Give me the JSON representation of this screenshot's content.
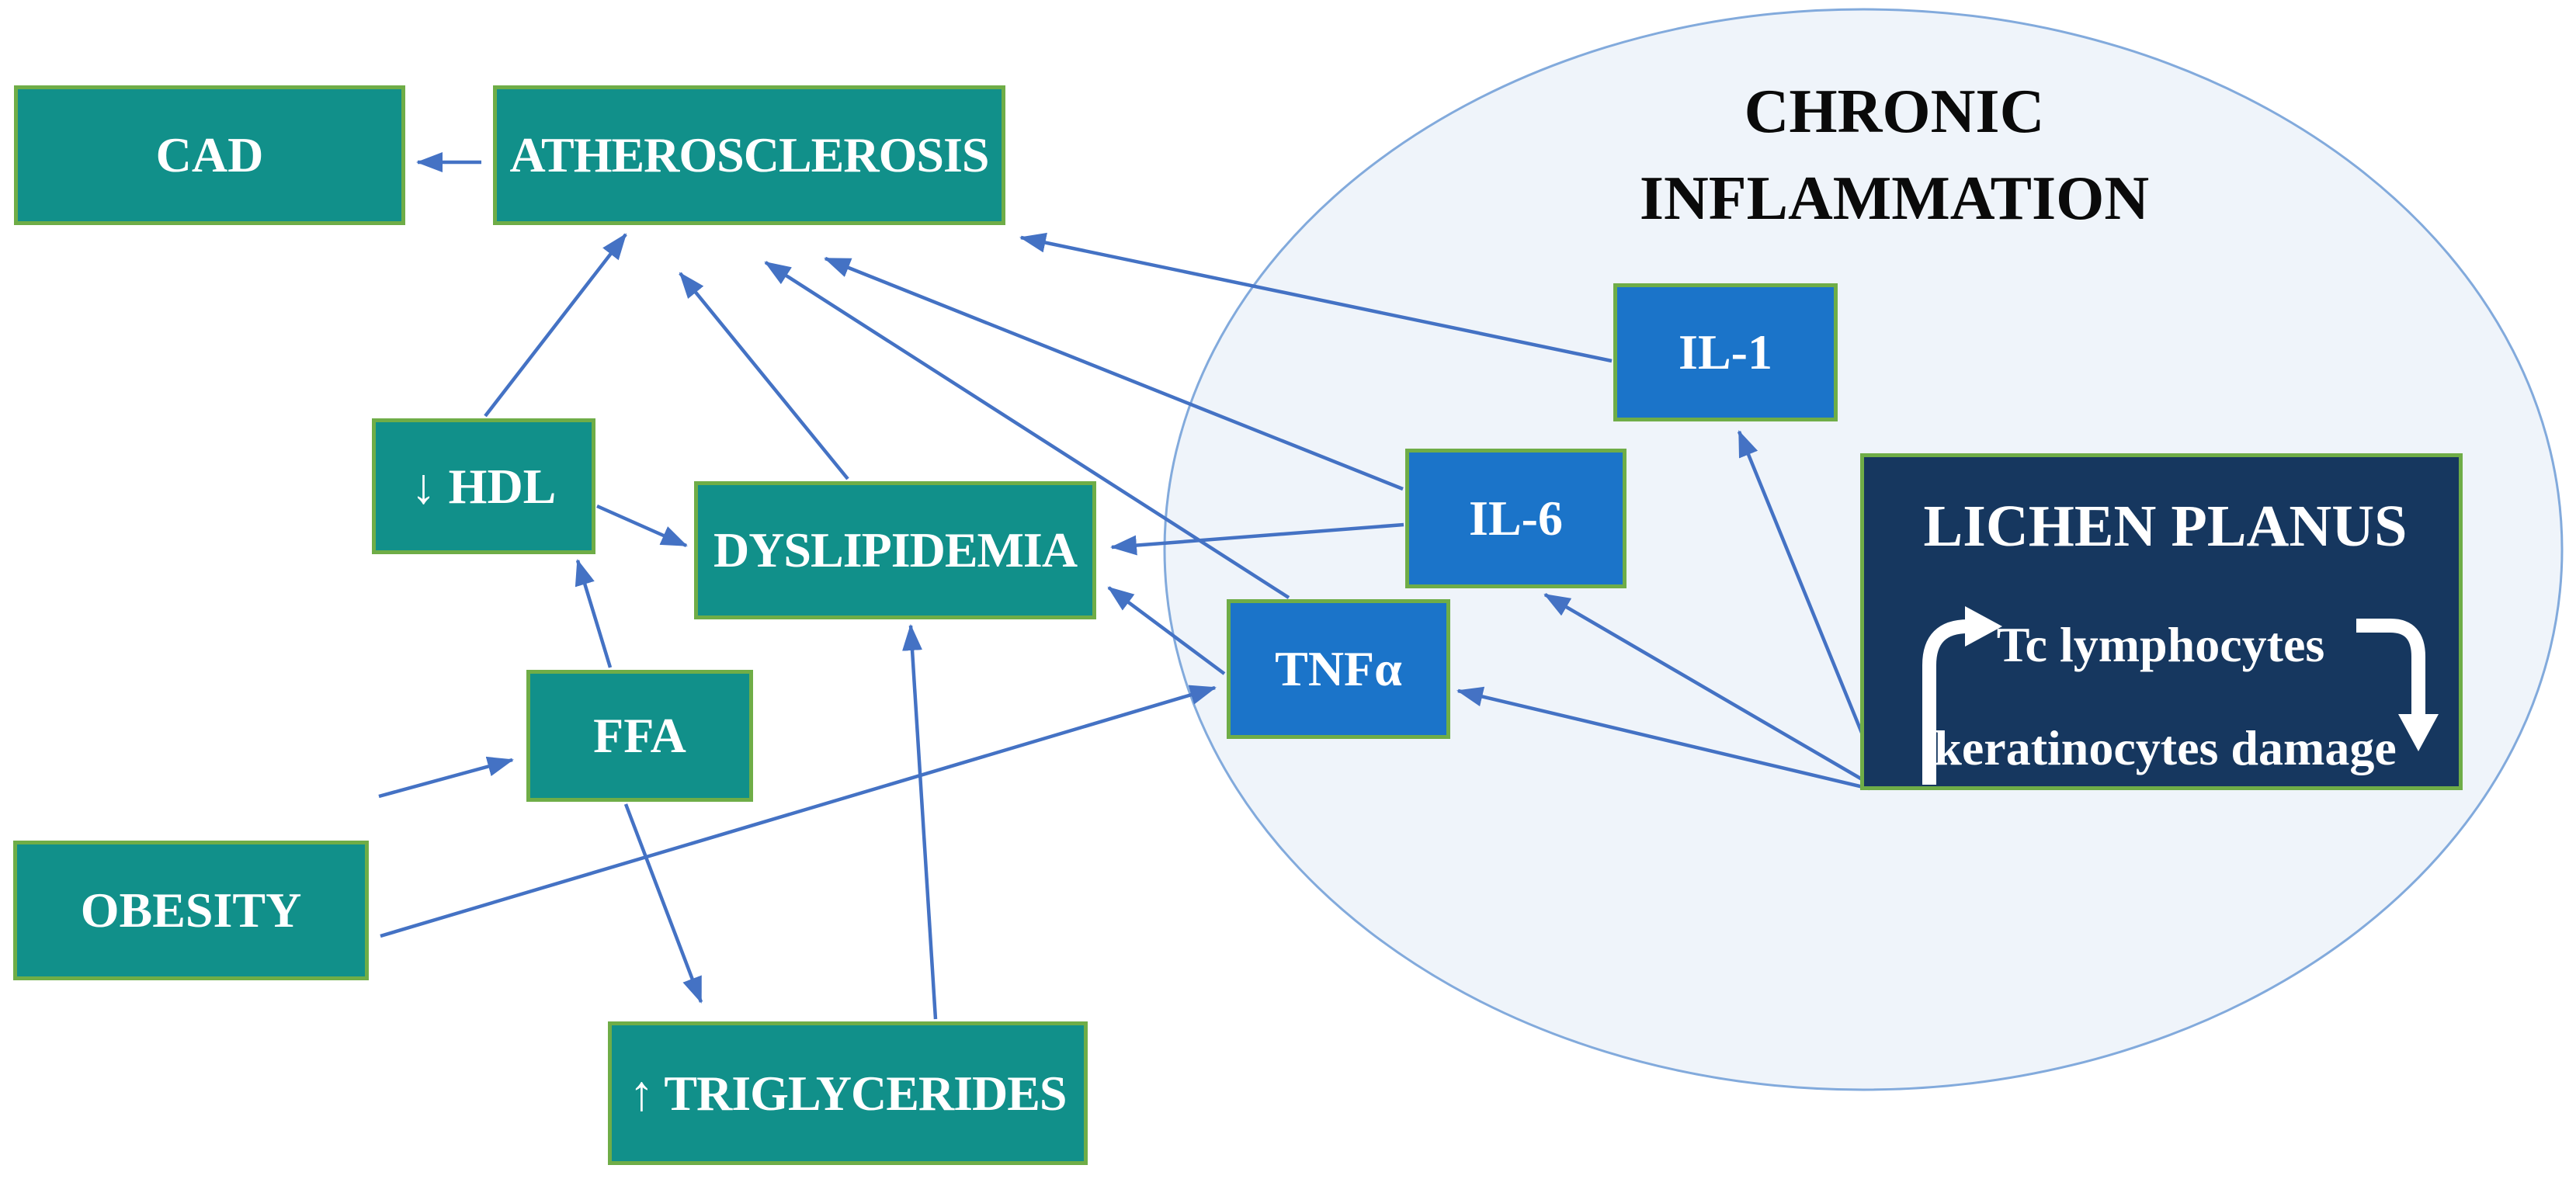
{
  "diagram": {
    "ellipse_label": {
      "line1": "CHRONIC",
      "line2": "INFLAMMATION"
    },
    "nodes": {
      "cad": {
        "label": "CAD"
      },
      "atherosclerosis": {
        "label": "ATHEROSCLEROSIS"
      },
      "hdl": {
        "label": "↓ HDL"
      },
      "dyslipidemia": {
        "label": "DYSLIPIDEMIA"
      },
      "ffa": {
        "label": "FFA"
      },
      "obesity": {
        "label": "OBESITY"
      },
      "triglycerides": {
        "label": "↑ TRIGLYCERIDES"
      },
      "il1": {
        "label": "IL-1"
      },
      "il6": {
        "label": "IL-6"
      },
      "tnfa": {
        "label": "TNFα"
      },
      "lichen_planus": {
        "title": "LICHEN PLANUS",
        "cycle_top": "Tc lymphocytes",
        "cycle_bottom": "keratinocytes damage"
      }
    },
    "edges": [
      {
        "from": "atherosclerosis",
        "to": "cad"
      },
      {
        "from": "hdl",
        "to": "atherosclerosis"
      },
      {
        "from": "dyslipidemia",
        "to": "atherosclerosis"
      },
      {
        "from": "tnfa",
        "to": "atherosclerosis"
      },
      {
        "from": "il6",
        "to": "atherosclerosis"
      },
      {
        "from": "il1",
        "to": "atherosclerosis"
      },
      {
        "from": "hdl",
        "to": "dyslipidemia"
      },
      {
        "from": "il6",
        "to": "dyslipidemia"
      },
      {
        "from": "tnfa",
        "to": "dyslipidemia"
      },
      {
        "from": "triglycerides",
        "to": "dyslipidemia"
      },
      {
        "from": "ffa",
        "to": "hdl"
      },
      {
        "from": "ffa",
        "to": "triglycerides"
      },
      {
        "from": "obesity",
        "to": "ffa"
      },
      {
        "from": "obesity",
        "to": "tnfa"
      },
      {
        "from": "lichen_planus",
        "to": "il1"
      },
      {
        "from": "lichen_planus",
        "to": "il6"
      },
      {
        "from": "lichen_planus",
        "to": "tnfa"
      }
    ],
    "colors": {
      "teal_box_fill": "#11908A",
      "blue_box_fill": "#1B74C9",
      "navy_box_fill": "#16375F",
      "box_border_green": "#6FAD47",
      "arrow_blue": "#4472C4",
      "ellipse_fill": "#EFF4FA",
      "ellipse_stroke": "#82AADC",
      "box_text_white": "#FFFFFF",
      "ellipse_label_black": "#0A0A0A"
    }
  }
}
